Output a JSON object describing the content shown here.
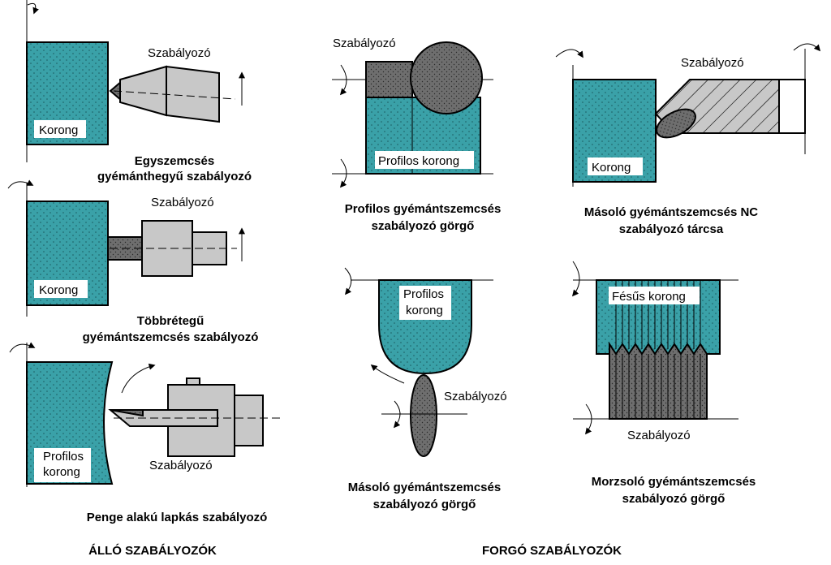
{
  "colors": {
    "wheel": "#3aa1a8",
    "tool": "#c8c8c8",
    "dark_tool": "#6e6e6e",
    "line": "#000000"
  },
  "sections": {
    "left": "ÁLLÓ SZABÁLYOZÓK",
    "right": "FORGÓ SZABÁLYOZÓK"
  },
  "panels": {
    "single_point": {
      "wheel": "Korong",
      "tool": "Szabályozó",
      "caption_1": "Egyszemcsés",
      "caption_2": "gyémánthegyű szabályozó"
    },
    "multi_layer": {
      "wheel": "Korong",
      "tool": "Szabályozó",
      "caption_1": "Többrétegű",
      "caption_2": "gyémántszemcsés szabályozó"
    },
    "blade": {
      "wheel_1": "Profilos",
      "wheel_2": "korong",
      "tool": "Szabályozó",
      "caption": "Penge alakú lapkás szabályozó"
    },
    "profile_roller": {
      "tool": "Szabályozó",
      "wheel": "Profilos korong",
      "caption_1": "Profilos gyémántszemcsés",
      "caption_2": "szabályozó görgő"
    },
    "nc_disc": {
      "tool": "Szabályozó",
      "wheel": "Korong",
      "caption_1": "Másoló gyémántszemcsés NC",
      "caption_2": "szabályozó tárcsa"
    },
    "copy_roller": {
      "wheel_1": "Profilos",
      "wheel_2": "korong",
      "tool": "Szabályozó",
      "caption_1": "Másoló gyémántszemcsés",
      "caption_2": "szabályozó görgő"
    },
    "crush_roller": {
      "wheel": "Fésűs korong",
      "tool": "Szabályozó",
      "caption_1": "Morzsoló gyémántszemcsés",
      "caption_2": "szabályozó görgő"
    }
  }
}
